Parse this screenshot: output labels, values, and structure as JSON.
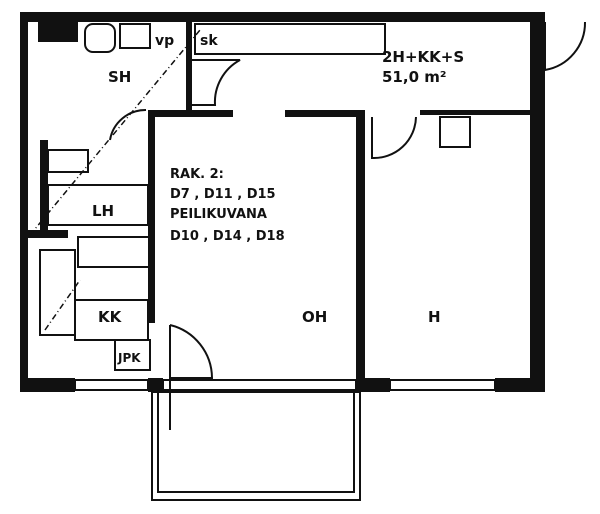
{
  "plan": {
    "summary": {
      "type": "2H+KK+S",
      "area": "51,0 m²"
    },
    "note": {
      "line1": "RAK. 2:",
      "line2": "D7 , D11 , D15",
      "line3": "PEILIKUVANA",
      "line4": "D10 , D14 , D18"
    },
    "rooms": {
      "sh": "SH",
      "lh": "LH",
      "kk": "KK",
      "oh": "OH",
      "h": "H"
    },
    "fixtures": {
      "vp": "vp",
      "sk": "sk",
      "jpk": "JPK"
    }
  }
}
